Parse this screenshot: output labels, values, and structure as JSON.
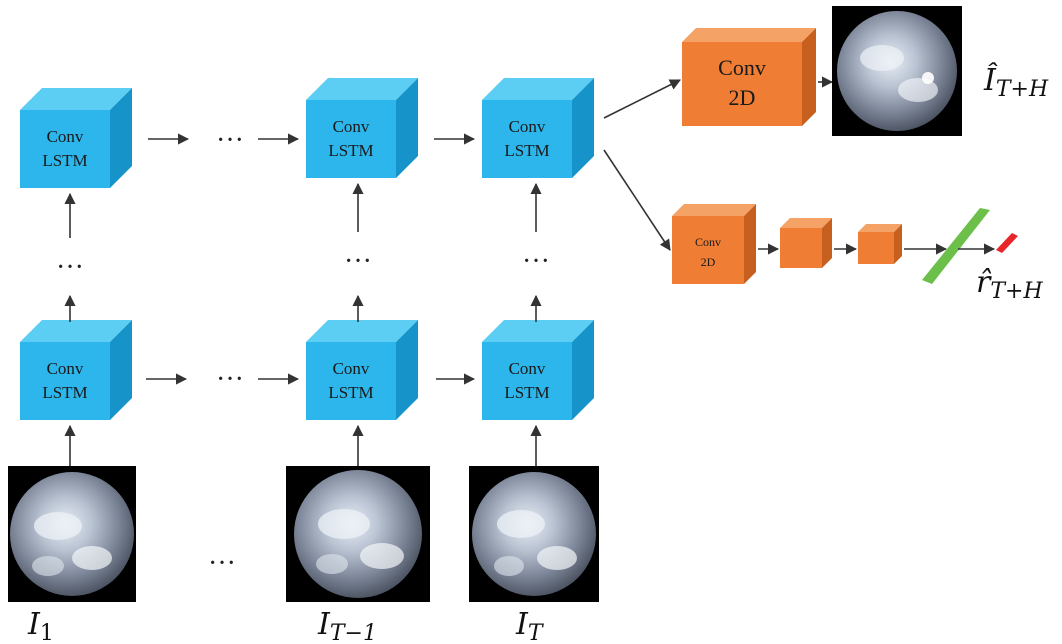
{
  "blocks": {
    "convlstm_line1": "Conv",
    "convlstm_line2": "LSTM",
    "conv2d_line1": "Conv",
    "conv2d_line2": "2D"
  },
  "ellipsis": "···",
  "inputs": {
    "first": {
      "base": "I",
      "sub": "1"
    },
    "prev": {
      "base": "I",
      "sub": "T−1"
    },
    "last": {
      "base": "I",
      "sub": "T"
    }
  },
  "outputs": {
    "image": {
      "base": "Î",
      "sub": "T+H"
    },
    "scalar": {
      "base": "r̂",
      "sub": "T+H"
    }
  },
  "colors": {
    "lstm_front": "#2cb6ec",
    "lstm_top": "#5ccdf3",
    "lstm_side": "#1693c9",
    "conv_front": "#ef7d33",
    "conv_top": "#f5a266",
    "conv_side": "#c7601f",
    "dense": "#6cc04a",
    "output": "#e8262a",
    "arrow": "#333333"
  }
}
